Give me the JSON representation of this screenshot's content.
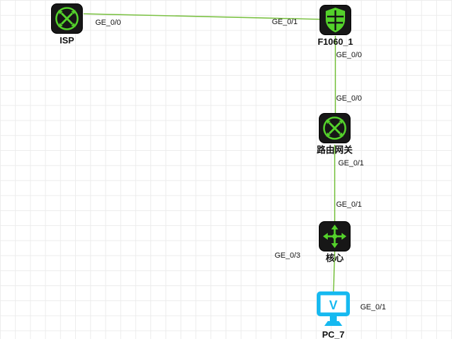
{
  "app": {
    "name": "network topology canvas"
  },
  "colors": {
    "link": "#7ac142",
    "device_green": "#54d22b",
    "icon_background": "#171717",
    "pc_cyan": "#16b9f0",
    "grid": "#ececec",
    "label_text": "#101010"
  },
  "devices": [
    {
      "id": "ISP",
      "type": "router",
      "label": "ISP"
    },
    {
      "id": "F1060_1",
      "type": "firewall",
      "label": "F1060_1"
    },
    {
      "id": "gateway",
      "type": "router",
      "label": "路由网关"
    },
    {
      "id": "core",
      "type": "switch",
      "label": "核心"
    },
    {
      "id": "PC_7",
      "type": "pc",
      "label": "PC_7",
      "screen_letter": "V"
    }
  ],
  "links": [
    {
      "from": "ISP",
      "to": "F1060_1",
      "from_port": "GE_0/0",
      "to_port": "GE_0/1"
    },
    {
      "from": "F1060_1",
      "to": "路由网关",
      "from_port": "GE_0/0",
      "to_port": "GE_0/0"
    },
    {
      "from": "路由网关",
      "to": "核心",
      "from_port": "GE_0/1",
      "to_port": "GE_0/1"
    },
    {
      "from": "核心",
      "to": "PC_7",
      "from_port": "GE_0/3",
      "to_port": "GE_0/1"
    }
  ]
}
